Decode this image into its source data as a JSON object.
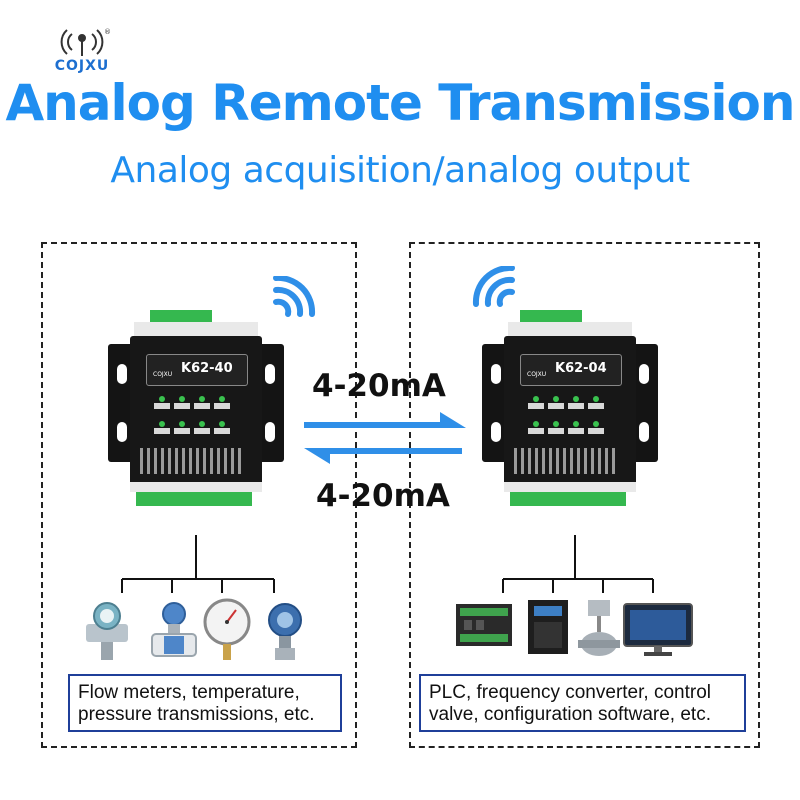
{
  "brand": {
    "name": "COJXU",
    "registered_mark": "®"
  },
  "header": {
    "title": "Analog Remote Transmission",
    "subtitle": "Analog acquisition/analog output"
  },
  "devices": {
    "left": {
      "model": "K62-40",
      "brand_label": "COJXU"
    },
    "right": {
      "model": "K62-04",
      "brand_label": "COJXU"
    }
  },
  "signals": {
    "forward_label": "4-20mA",
    "backward_label": "4-20mA",
    "arrow_color": "#2f8fe8"
  },
  "inputs": {
    "icons": [
      "flow-meter-icon",
      "electromagnetic-flowmeter-icon",
      "pressure-gauge-icon",
      "pressure-transmitter-icon"
    ],
    "caption_line1": "Flow meters, temperature,",
    "caption_line2": "pressure transmissions, etc."
  },
  "outputs": {
    "icons": [
      "plc-icon",
      "frequency-converter-icon",
      "control-valve-icon",
      "monitor-software-icon"
    ],
    "caption_line1": "PLC, frequency converter, control",
    "caption_line2": "valve, configuration software, etc."
  },
  "colors": {
    "title_blue": "#1f8ef0",
    "logo_blue": "#1d6fd0",
    "box_border": "#1f3f99",
    "terminal_green": "#35b84f",
    "device_black": "#171717"
  }
}
